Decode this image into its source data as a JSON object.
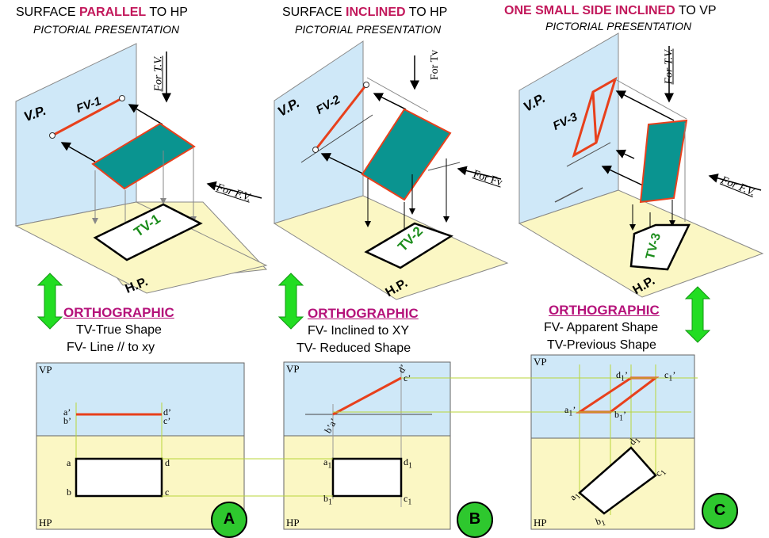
{
  "col1": {
    "title_pre": "SURFACE ",
    "title_key": "PARALLEL",
    "title_post": " TO HP",
    "subtitle": "PICTORIAL PRESENTATION",
    "vp": "V.P.",
    "hp": "H.P.",
    "fv": "FV-1",
    "tv": "TV-1",
    "for_tv": "For T.V.",
    "for_fv": "For F.V.",
    "ortho": "ORTHOGRAPHIC",
    "desc1": "TV-True Shape",
    "desc2": "FV- Line // to xy",
    "orth_vp": "VP",
    "orth_hp": "HP",
    "pts": {
      "ab": "a’",
      "b": "b’",
      "d": "d’",
      "c": "c’",
      "a": "a",
      "pb": "b",
      "pd": "d",
      "pc": "c"
    },
    "badge": "A"
  },
  "col2": {
    "title_pre": "SURFACE ",
    "title_key": "INCLINED",
    "title_post": " TO HP",
    "subtitle": "PICTORIAL PRESENTATION",
    "vp": "V.P.",
    "hp": "H.P.",
    "fv": "FV-2",
    "tv": "TV-2",
    "for_tv": "For Tv",
    "for_fv": "For Fv",
    "ortho": "ORTHOGRAPHIC",
    "desc1": "FV- Inclined to XY",
    "desc2": "TV- Reduced Shape",
    "orth_vp": "VP",
    "orth_hp": "HP",
    "pts": {
      "d": "d’",
      "c": "c’",
      "a": "a’",
      "b": "b’",
      "a1": "a",
      "d1": "d",
      "b1": "b",
      "c1": "c",
      "sub": "1"
    },
    "badge": "B"
  },
  "col3": {
    "title_pre": "",
    "title_key": "ONE SMALL SIDE INCLINED",
    "title_post": " TO VP",
    "subtitle": "PICTORIAL PRESENTATION",
    "vp": "V.P.",
    "hp": "H.P.",
    "fv": "FV-3",
    "tv": "TV-3",
    "for_tv": "For T.V.",
    "for_fv": "For F.V.",
    "ortho": "ORTHOGRAPHIC",
    "desc1": "FV- Apparent Shape",
    "desc2": "TV-Previous Shape",
    "orth_vp": "VP",
    "orth_hp": "HP",
    "pts": {
      "d1": "d",
      "c1": "c",
      "a1": "a",
      "b1": "b",
      "sub": "1",
      "pr": "’"
    },
    "badge": "C"
  },
  "colors": {
    "vp_fill": "#cfe8f8",
    "hp_fill": "#fbf7c4",
    "surface": "#0a9490",
    "edge_red": "#e8401c",
    "accent_magenta": "#c2185b",
    "arrow_green": "#22dd22",
    "badge_green": "#2ec82e",
    "proj_line": "#b8d63a"
  }
}
